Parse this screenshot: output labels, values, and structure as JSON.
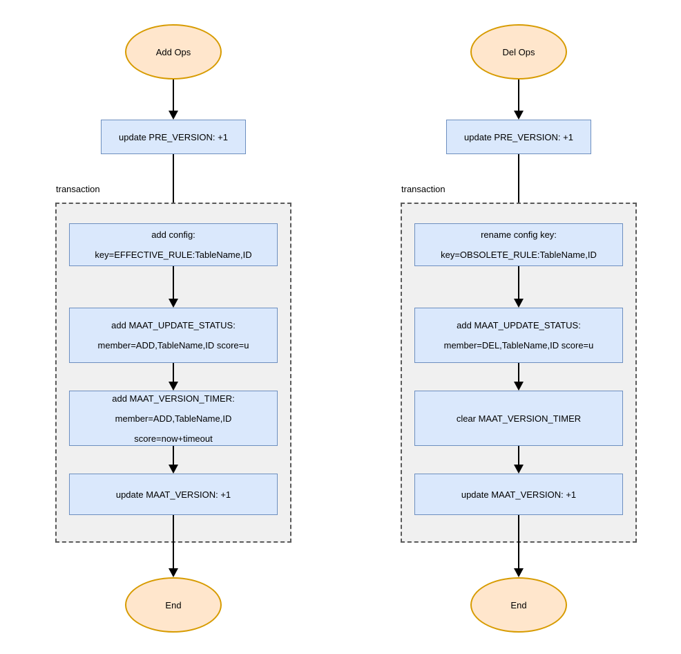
{
  "colors": {
    "terminal_fill": "#ffe6cc",
    "terminal_border": "#d79b00",
    "process_fill": "#dae8fc",
    "process_border": "#6c8ebf",
    "container_fill": "#f0f0f0",
    "container_border": "#595959",
    "arrow": "#000000",
    "text": "#000000"
  },
  "flows": [
    {
      "start_label": "Add Ops",
      "pre_step": "update PRE_VERSION: +1",
      "container_label": "transaction",
      "steps": [
        {
          "lines": [
            "add config:",
            "key=EFFECTIVE_RULE:TableName,ID"
          ]
        },
        {
          "lines": [
            "add MAAT_UPDATE_STATUS:",
            "member=ADD,TableName,ID score=u"
          ]
        },
        {
          "lines": [
            "add MAAT_VERSION_TIMER:",
            "member=ADD,TableName,ID",
            "score=now+timeout"
          ]
        },
        {
          "lines": [
            "update MAAT_VERSION: +1"
          ]
        }
      ],
      "end_label": "End"
    },
    {
      "start_label": "Del Ops",
      "pre_step": "update PRE_VERSION: +1",
      "container_label": "transaction",
      "steps": [
        {
          "lines": [
            "rename config key:",
            "key=OBSOLETE_RULE:TableName,ID"
          ]
        },
        {
          "lines": [
            "add MAAT_UPDATE_STATUS:",
            "member=DEL,TableName,ID score=u"
          ]
        },
        {
          "lines": [
            "clear MAAT_VERSION_TIMER"
          ]
        },
        {
          "lines": [
            "update MAAT_VERSION: +1"
          ]
        }
      ],
      "end_label": "End"
    }
  ]
}
